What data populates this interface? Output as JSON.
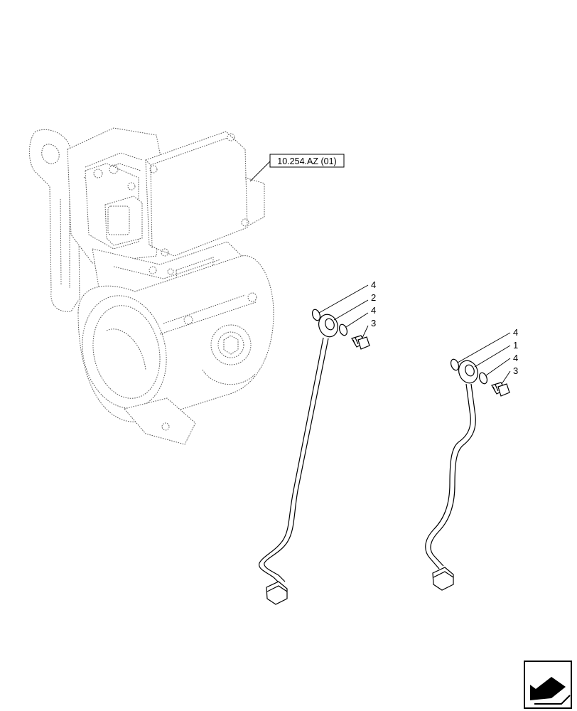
{
  "reference_label": "10.254.AZ (01)",
  "callouts": {
    "left": {
      "ring_top": "4",
      "pipe": "2",
      "ring_bottom": "4",
      "bolt": "3"
    },
    "right": {
      "ring_top": "4",
      "pipe": "1",
      "ring_bottom": "4",
      "bolt": "3"
    }
  },
  "nav_icon": "back-arrow-icon"
}
